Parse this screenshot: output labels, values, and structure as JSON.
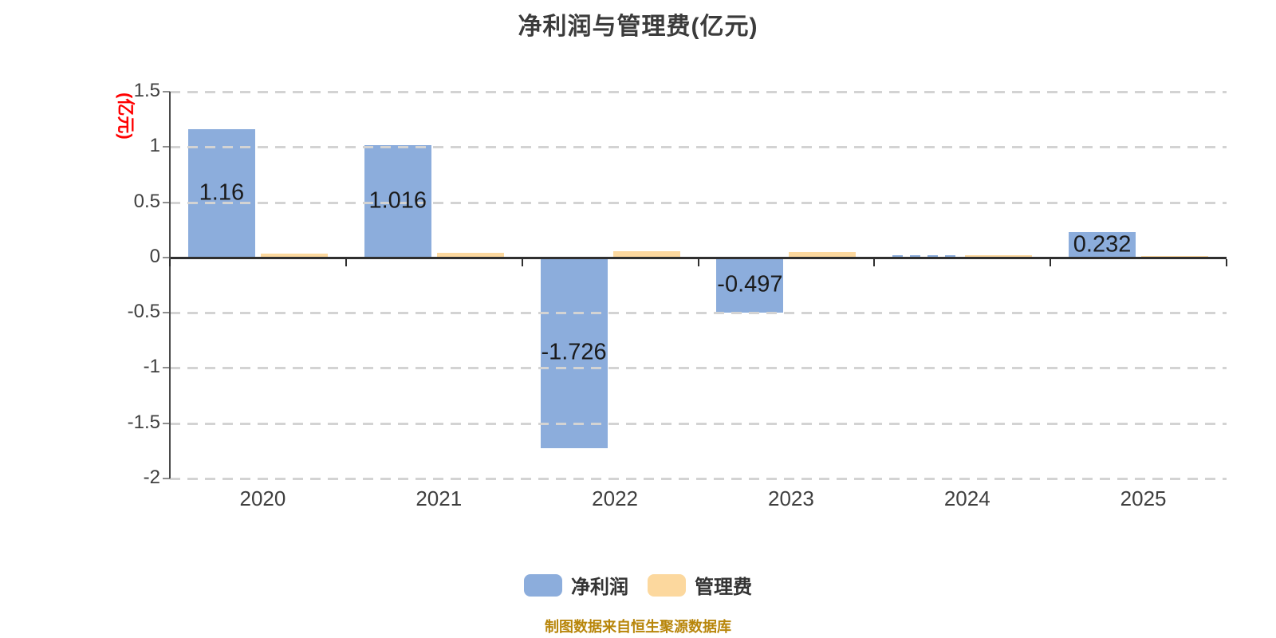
{
  "title": {
    "text": "净利润与管理费(亿元)"
  },
  "y_axis": {
    "unit_label": "(亿元)",
    "unit_color": "#FF0000",
    "tick_labels": [
      "1.5",
      "1",
      "0.5",
      "0",
      "-0.5",
      "-1",
      "-1.5",
      "-2"
    ],
    "tick_values": [
      1.5,
      1,
      0.5,
      0,
      -0.5,
      -1,
      -1.5,
      -2
    ]
  },
  "x_axis": {
    "categories": [
      "2020",
      "2021",
      "2022",
      "2023",
      "2024",
      "2025"
    ]
  },
  "legend": {
    "items": [
      {
        "key": "net-profit",
        "label": "净利润",
        "color": "#8CADDC"
      },
      {
        "key": "management-fee",
        "label": "管理费",
        "color": "#FCD89E"
      }
    ]
  },
  "footer": {
    "text": "制图数据来自恒生聚源数据库",
    "color": "#B8860B"
  },
  "colors": {
    "background": "#FFFFFF",
    "grid": "#D3D3D3",
    "axis": "#2F2F2F",
    "tick_text": "#3F3F3F",
    "title_text": "#3B3B3B",
    "bar_label_text": "#1A1A1A"
  },
  "chart_data": {
    "type": "bar",
    "title": "净利润与管理费(亿元)",
    "categories": [
      "2020",
      "2021",
      "2022",
      "2023",
      "2024",
      "2025"
    ],
    "series": [
      {
        "name": "净利润",
        "key": "net-profit",
        "color": "#8CADDC",
        "values": [
          1.16,
          1.016,
          -1.726,
          -0.497,
          0.012,
          0.232
        ],
        "data_labels": [
          "1.16",
          "1.016",
          "-1.726",
          "-0.497",
          "",
          "0.232"
        ],
        "bar_styles": [
          "solid",
          "solid",
          "solid",
          "solid",
          "dashed",
          "solid"
        ]
      },
      {
        "name": "管理费",
        "key": "management-fee",
        "color": "#FCD89E",
        "values": [
          0.035,
          0.045,
          0.06,
          0.05,
          0.02,
          0.015
        ],
        "data_labels": [
          "",
          "",
          "",
          "",
          "",
          ""
        ],
        "bar_styles": [
          "solid",
          "solid",
          "solid",
          "solid",
          "solid",
          "solid"
        ]
      }
    ],
    "ylabel": "(亿元)",
    "ylim": [
      -2,
      1.5
    ],
    "yticks": [
      1.5,
      1,
      0.5,
      0,
      -0.5,
      -1,
      -1.5,
      -2
    ],
    "grid": {
      "style": "dashed",
      "color": "#D3D3D3"
    },
    "legend_position": "bottom"
  }
}
